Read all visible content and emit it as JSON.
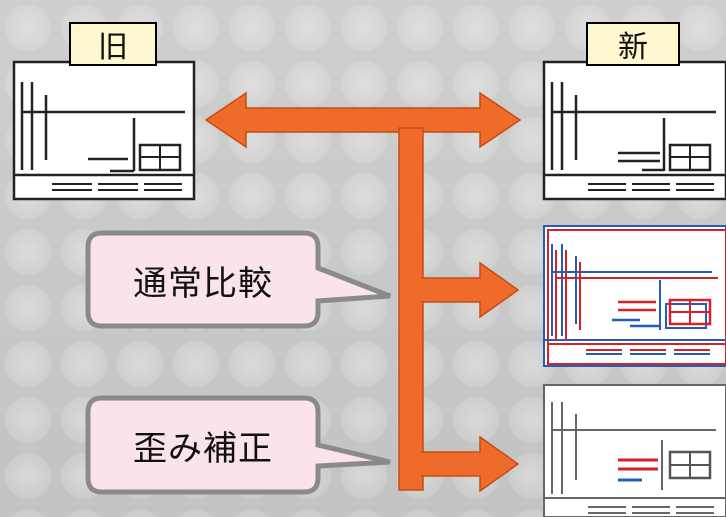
{
  "labels": {
    "old": "旧",
    "new": "新"
  },
  "callouts": {
    "normal": "通常比較",
    "distortion": "歪み補正"
  },
  "colors": {
    "arrow": "#f06a2a",
    "arrow_border": "#c24e18",
    "tag_bg": "#fff7cf",
    "callout_bg": "#fbe3ec",
    "callout_border": "#8a8a8a",
    "drawing_line": "#222222",
    "diff_red": "#d8222a",
    "diff_blue": "#1f5fb8"
  }
}
